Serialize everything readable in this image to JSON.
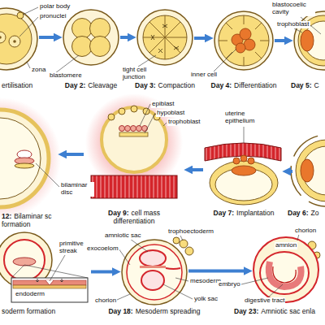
{
  "diagram": {
    "nodes": [
      {
        "text": [
          "ertilisation"
        ]
      },
      {
        "text": [
          "Day 2:",
          "Cleavage"
        ]
      },
      {
        "text": [
          "Day 3:",
          "Compaction"
        ]
      },
      {
        "text": [
          "Day 4:",
          "Differentiation"
        ]
      },
      {
        "text": [
          "Day 5:",
          "C"
        ]
      },
      {
        "text": [
          "12:",
          "Bilaminar sc formation"
        ]
      },
      {
        "text": [
          "Day 9:",
          "cell mass differentiation"
        ]
      },
      {
        "text": [
          "Day 7:",
          "Implantation"
        ]
      },
      {
        "text": [
          "Day 6:",
          "Zo"
        ]
      },
      {
        "text": [
          "soderm formation"
        ]
      },
      {
        "text": [
          "Day 18:",
          "Mesoderm spreading"
        ]
      },
      {
        "text": [
          "Day 23:",
          "Amniotic sac enla"
        ]
      }
    ],
    "edges": [
      {
        "from": 0,
        "to": 1,
        "arrow": "to"
      },
      {
        "from": 1,
        "to": 2,
        "arrow": "to"
      },
      {
        "from": 2,
        "to": 3,
        "arrow": "to"
      },
      {
        "from": 3,
        "to": 4,
        "arrow": "to"
      },
      {
        "from": 8,
        "to": 7,
        "arrow": "to"
      },
      {
        "from": 7,
        "to": 6,
        "arrow": "to"
      },
      {
        "from": 6,
        "to": 5,
        "arrow": "to"
      },
      {
        "from": 9,
        "to": 10,
        "arrow": "to"
      },
      {
        "from": 10,
        "to": 11,
        "arrow": "to"
      }
    ],
    "labels": [
      "polar body",
      "pronuclei",
      "zona",
      "blastomere",
      "tight cell junction",
      "inner cell",
      "blastocoelic cavity",
      "trophoblast",
      "epiblast",
      "hypoblast",
      "trophoblast",
      "uterine epithelium",
      "bilaminar disc",
      "primitive streak",
      "endoderm",
      "amniotic sac",
      "exocoelom",
      "trophoectoderm",
      "mesoderm",
      "chorion",
      "yolk sac",
      "chorion",
      "amnion",
      "embryo",
      "digestive tract"
    ]
  }
}
